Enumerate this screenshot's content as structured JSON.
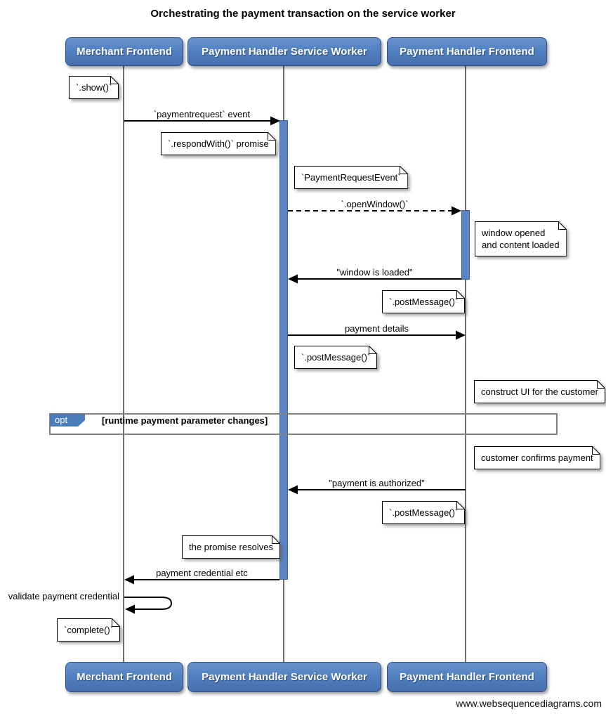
{
  "title": "Orchestrating the payment transaction on the service worker",
  "watermark": "www.websequencediagrams.com",
  "actors": [
    {
      "name": "Merchant Frontend"
    },
    {
      "name": "Payment Handler Service Worker"
    },
    {
      "name": "Payment Handler Frontend"
    }
  ],
  "messages": [
    {
      "label": "`paymentrequest` event",
      "from": "Merchant Frontend",
      "to": "Payment Handler Service Worker",
      "style": "solid"
    },
    {
      "label": "`.openWindow()`",
      "from": "Payment Handler Service Worker",
      "to": "Payment Handler Frontend",
      "style": "dashed"
    },
    {
      "label": "\"window is loaded\"",
      "from": "Payment Handler Frontend",
      "to": "Payment Handler Service Worker",
      "style": "solid"
    },
    {
      "label": "payment details",
      "from": "Payment Handler Service Worker",
      "to": "Payment Handler Frontend",
      "style": "solid"
    },
    {
      "label": "\"payment is authorized\"",
      "from": "Payment Handler Frontend",
      "to": "Payment Handler Service Worker",
      "style": "solid"
    },
    {
      "label": "payment credential etc",
      "from": "Payment Handler Service Worker",
      "to": "Merchant Frontend",
      "style": "solid"
    },
    {
      "label": "validate payment credential",
      "from": "Merchant Frontend",
      "to": "Merchant Frontend",
      "style": "self"
    }
  ],
  "notes": [
    {
      "text": "`.show()`"
    },
    {
      "text": "`.respondWith()` promise"
    },
    {
      "text": "`PaymentRequestEvent`"
    },
    {
      "text": "window opened\nand content loaded"
    },
    {
      "text": "`.postMessage()`"
    },
    {
      "text": "`.postMessage()`"
    },
    {
      "text": "construct UI for the customer"
    },
    {
      "text": "customer confirms payment"
    },
    {
      "text": "`.postMessage()`"
    },
    {
      "text": "the promise resolves"
    },
    {
      "text": "`complete()`"
    }
  ],
  "fragment": {
    "operator": "opt",
    "condition": "[runtime payment parameter changes]"
  },
  "colors": {
    "actor_fill": "#5181c2",
    "actor_border": "#2e5382",
    "activation_fill": "#5b84c6",
    "fragment_border": "#808080",
    "lifeline": "#6e6e6e"
  }
}
